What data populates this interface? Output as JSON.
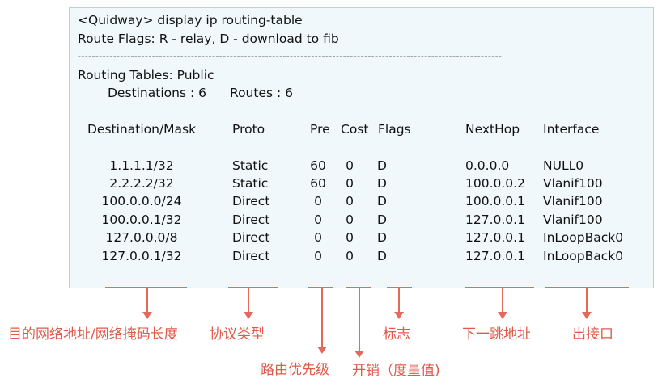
{
  "terminal": {
    "command": "<Quidway> display ip routing-table",
    "flags_line": "Route Flags: R - relay, D - download to fib",
    "separator": "------------------------------------------------------------------------------------------------------------------------",
    "tables_title": "Routing Tables: Public",
    "destinations": "Destinations : 6",
    "routes": "Routes : 6"
  },
  "table": {
    "headers": [
      "Destination/Mask",
      "Proto",
      "Pre",
      "Cost",
      "Flags",
      "NextHop",
      "Interface"
    ],
    "rows": [
      [
        "1.1.1.1/32",
        "Static",
        "60",
        "0",
        "D",
        "0.0.0.0",
        "NULL0"
      ],
      [
        "2.2.2.2/32",
        "Static",
        "60",
        "0",
        "D",
        "100.0.0.2",
        "Vlanif100"
      ],
      [
        "100.0.0.0/24",
        "Direct",
        "0",
        "0",
        "D",
        "100.0.0.1",
        "Vlanif100"
      ],
      [
        "100.0.0.1/32",
        "Direct",
        "0",
        "0",
        "D",
        "127.0.0.1",
        "Vlanif100"
      ],
      [
        "127.0.0.0/8",
        "Direct",
        "0",
        "0",
        "D",
        "127.0.0.1",
        "InLoopBack0"
      ],
      [
        "127.0.0.1/32",
        "Direct",
        "0",
        "0",
        "D",
        "127.0.0.1",
        "InLoopBack0"
      ]
    ]
  },
  "annotations": {
    "destination_mask": "目的网络地址/网络掩码长度",
    "protocol_type": "协议类型",
    "route_priority": "路由优先级",
    "cost": "开销（度量值)",
    "flags": "标志",
    "next_hop": "下一跳地址",
    "out_interface": "出接口"
  },
  "colors": {
    "annotation": "#e05a4a",
    "terminal_bg": "#f0f8fb",
    "terminal_border": "#a9d7e3"
  }
}
